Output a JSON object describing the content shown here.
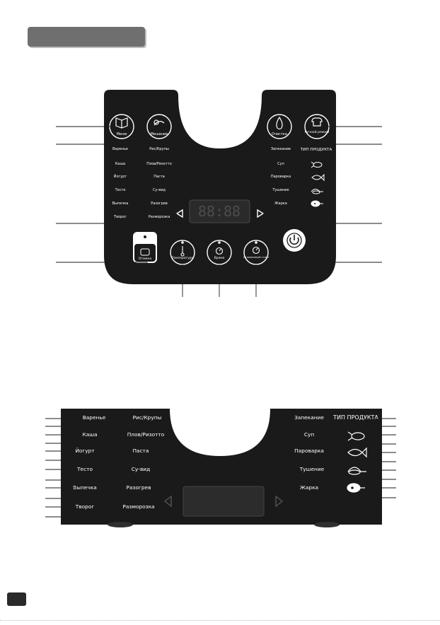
{
  "top_panel": {
    "buttons": {
      "menu": "Меню",
      "stir": "Мешание",
      "clean": "Очистка",
      "manual": "Ручной режим",
      "cancel": "Отмена",
      "temperature": "Температура",
      "time": "Время",
      "delay": "Отложенный старт"
    },
    "programs_left": [
      "Варенье",
      "Каша",
      "Йогурт",
      "Тесто",
      "Выпечка",
      "Творог"
    ],
    "programs_middle": [
      "Рис/Крупы",
      "Плов/Ризотто",
      "Паста",
      "Су-вид",
      "Разогрев",
      "Разморозка"
    ],
    "programs_right": [
      "Запекание",
      "Суп",
      "Пароварка",
      "Тушение",
      "Жарка"
    ],
    "product_type": "ТИП ПРОДУКТА",
    "display": "88:88"
  },
  "bottom_panel": {
    "programs_left": [
      "Варенье",
      "Каша",
      "Йогурт",
      "Тесто",
      "Выпечка",
      "Творог"
    ],
    "programs_middle": [
      "Рис/Крупы",
      "Плов/Ризотто",
      "Паста",
      "Су-вид",
      "Разогрев",
      "Разморозка"
    ],
    "programs_right": [
      "Запекание",
      "Суп",
      "Пароварка",
      "Тушение",
      "Жарка"
    ],
    "product_type": "ТИП ПРОДУКТА"
  },
  "icons": {
    "menu": "book-icon",
    "stir": "stir-icon",
    "clean": "drop-icon",
    "manual": "chef-hat-icon",
    "cancel": "pot-icon",
    "temperature": "thermometer-icon",
    "time": "stopwatch-icon",
    "delay": "clock-icon",
    "power": "power-icon",
    "product_types": [
      "poultry-icon",
      "fish-icon",
      "vegetables-icon",
      "meat-icon"
    ]
  },
  "colors": {
    "panel": "#1a1a1a",
    "header": "#6f6f6f",
    "display": "#3a3a3a"
  }
}
